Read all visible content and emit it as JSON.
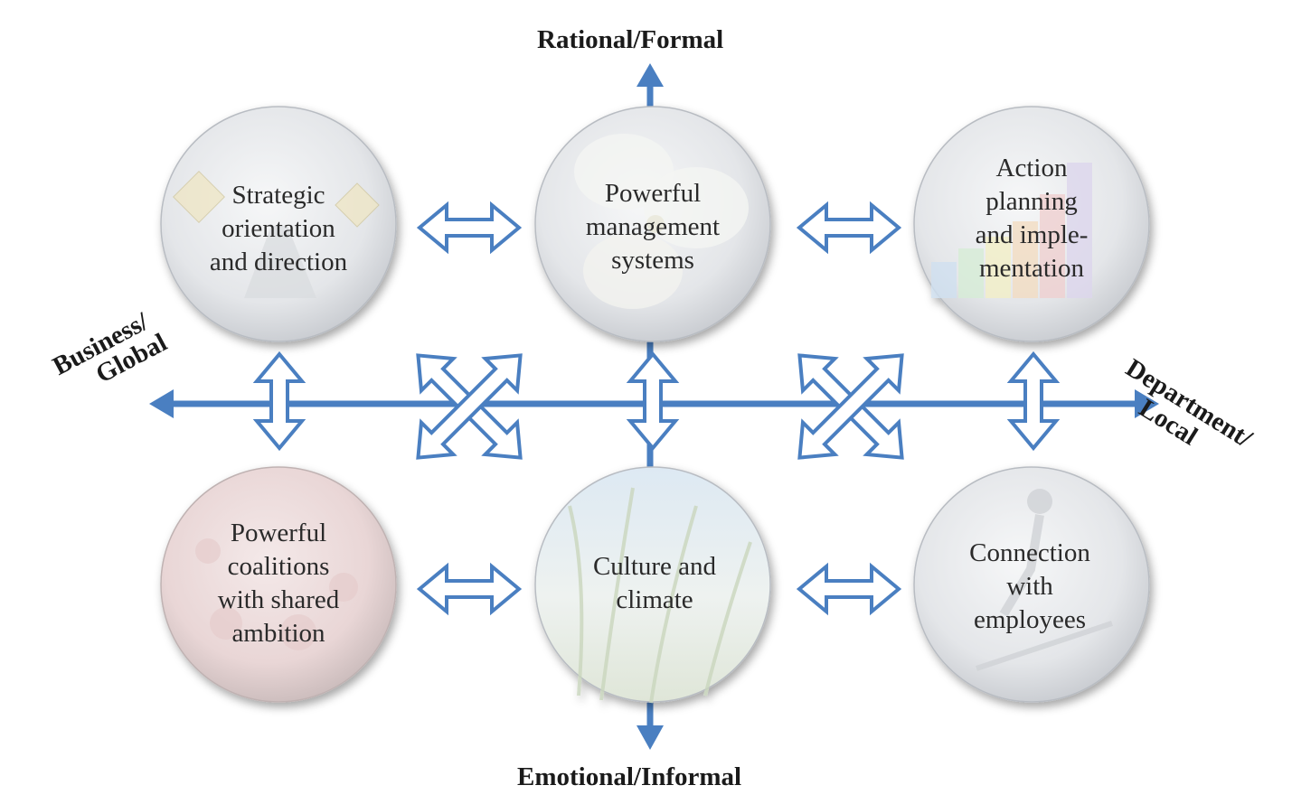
{
  "axes": {
    "top": "Rational/Formal",
    "bottom": "Emotional/Informal",
    "left_line1": "Business/",
    "left_line2": "Global",
    "right_line1": "Department/",
    "right_line2": "Local"
  },
  "nodes": {
    "top_left": "Strategic\norientation\nand direction",
    "top_center": "Powerful\nmanagement\nsystems",
    "top_right": "Action\nplanning\nand imple-\nmentation",
    "bottom_left": "Powerful\ncoalitions\nwith shared\nambition",
    "bottom_center": "Culture and\nclimate",
    "bottom_right": "Connection\nwith\nemployees"
  },
  "colors": {
    "axis": "#4a7fc1",
    "arrow_outline": "#4a7fc1",
    "circle_fill": "#e8eaed",
    "circle_edge": "#b8bcc2"
  }
}
